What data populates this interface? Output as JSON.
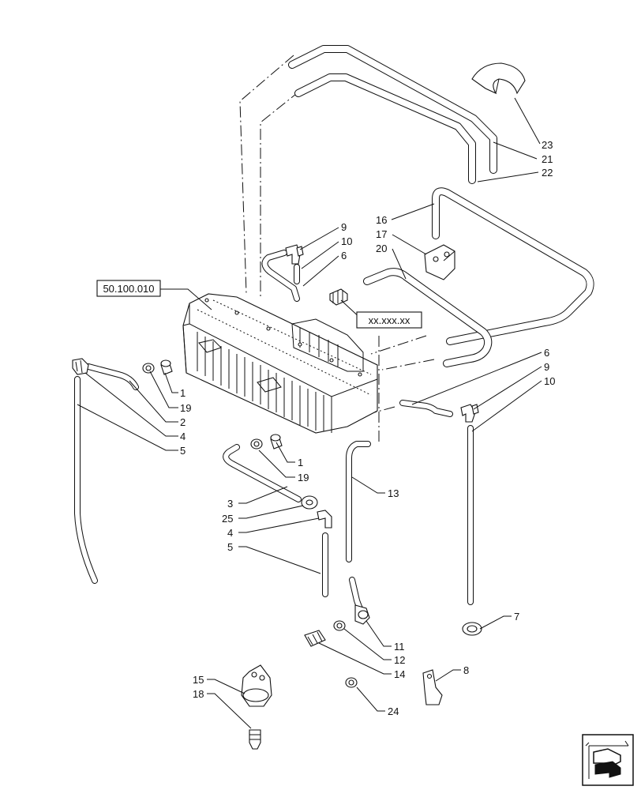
{
  "references": {
    "main_ref": "50.100.010",
    "placeholder_ref": "xx.xxx.xx"
  },
  "callouts": [
    {
      "id": "c23",
      "text": "23"
    },
    {
      "id": "c21",
      "text": "21"
    },
    {
      "id": "c22",
      "text": "22"
    },
    {
      "id": "c16",
      "text": "16"
    },
    {
      "id": "c17",
      "text": "17"
    },
    {
      "id": "c20",
      "text": "20"
    },
    {
      "id": "c9a",
      "text": "9"
    },
    {
      "id": "c10a",
      "text": "10"
    },
    {
      "id": "c6a",
      "text": "6"
    },
    {
      "id": "c1a",
      "text": "1"
    },
    {
      "id": "c19a",
      "text": "19"
    },
    {
      "id": "c2",
      "text": "2"
    },
    {
      "id": "c4a",
      "text": "4"
    },
    {
      "id": "c5a",
      "text": "5"
    },
    {
      "id": "c6b",
      "text": "6"
    },
    {
      "id": "c9b",
      "text": "9"
    },
    {
      "id": "c10b",
      "text": "10"
    },
    {
      "id": "c1b",
      "text": "1"
    },
    {
      "id": "c19b",
      "text": "19"
    },
    {
      "id": "c13",
      "text": "13"
    },
    {
      "id": "c3",
      "text": "3"
    },
    {
      "id": "c25",
      "text": "25"
    },
    {
      "id": "c4b",
      "text": "4"
    },
    {
      "id": "c5b",
      "text": "5"
    },
    {
      "id": "c7",
      "text": "7"
    },
    {
      "id": "c11",
      "text": "11"
    },
    {
      "id": "c12",
      "text": "12"
    },
    {
      "id": "c14",
      "text": "14"
    },
    {
      "id": "c8",
      "text": "8"
    },
    {
      "id": "c15",
      "text": "15"
    },
    {
      "id": "c18",
      "text": "18"
    },
    {
      "id": "c24",
      "text": "24"
    }
  ],
  "icons": {
    "nav": "previous-page-arrow-icon"
  },
  "colors": {
    "ink": "#111111",
    "paper": "#ffffff"
  }
}
